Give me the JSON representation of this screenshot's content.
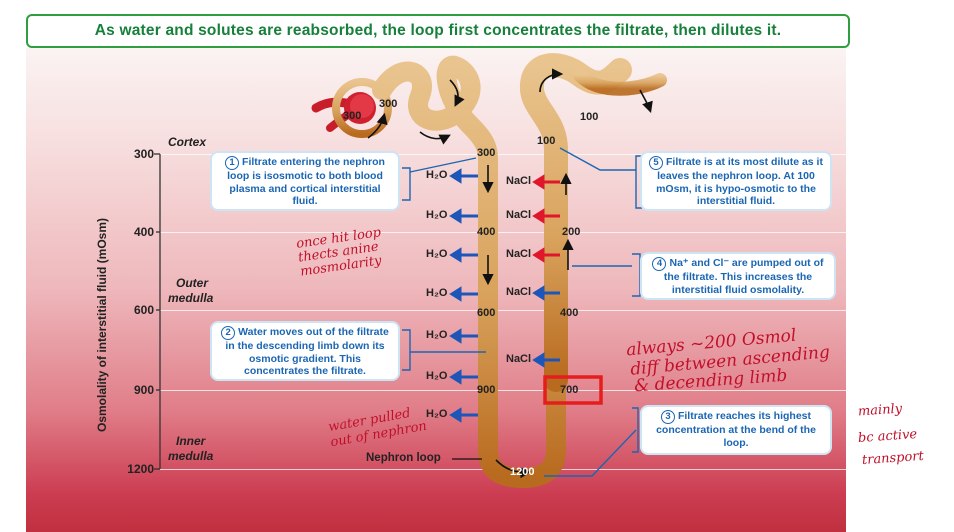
{
  "banner": "As water and solutes are reabsorbed, the loop first concentrates the filtrate, then dilutes it.",
  "axis": {
    "ylabel": "Osmolality of interstitial fluid (mOsm)",
    "ticks": [
      "300",
      "400",
      "600",
      "900",
      "1200"
    ]
  },
  "zones": {
    "cortex": "Cortex",
    "outer_line1": "Outer",
    "outer_line2": "medulla",
    "inner_line1": "Inner",
    "inner_line2": "medulla"
  },
  "callouts": {
    "c1": {
      "num": "1",
      "text": "Filtrate entering the nephron loop is isosmotic to both blood plasma and cortical interstitial fluid."
    },
    "c2": {
      "num": "2",
      "text": "Water moves out of the filtrate in the descending limb down its osmotic gradient. This concentrates the filtrate."
    },
    "c3": {
      "num": "3",
      "text": "Filtrate reaches its highest concentration at the bend of the loop."
    },
    "c4": {
      "num": "4",
      "text": "Na⁺ and Cl⁻ are pumped out of the filtrate. This increases the interstitial fluid osmolality."
    },
    "c5": {
      "num": "5",
      "text": "Filtrate is at its most dilute as it leaves the nephron loop. At 100 mOsm, it is hypo-osmotic to the interstitial fluid."
    }
  },
  "values": {
    "glom_left": "300",
    "glom_right": "300",
    "desc_top": "300",
    "desc_400": "400",
    "desc_600": "600",
    "desc_900": "900",
    "bend": "1200",
    "asc_700": "700",
    "asc_400": "400",
    "asc_200": "200",
    "asc_top": "100",
    "distal": "100"
  },
  "labels": {
    "h2o": "H₂O",
    "nacl": "NaCl",
    "nephron_loop": "Nephron loop"
  },
  "colors": {
    "banner_text": "#17803a",
    "callout_text": "#1b66b3",
    "water_arrow": "#1d56b8",
    "nacl_arrow": "#e0162b",
    "highlight_box": "#e51d1d",
    "handwriting": "#c0102a"
  },
  "annotations": {
    "a1": "once hit loop",
    "a2": "thects anine",
    "a3": "mosmolarity",
    "a4": "water pulled",
    "a5": "out of nephron",
    "a6": "always ~200 Osmol",
    "a7": "diff between ascending",
    "a8": "& decending limb",
    "a9": "mainly",
    "a10": "bc active",
    "a11": "transport"
  }
}
